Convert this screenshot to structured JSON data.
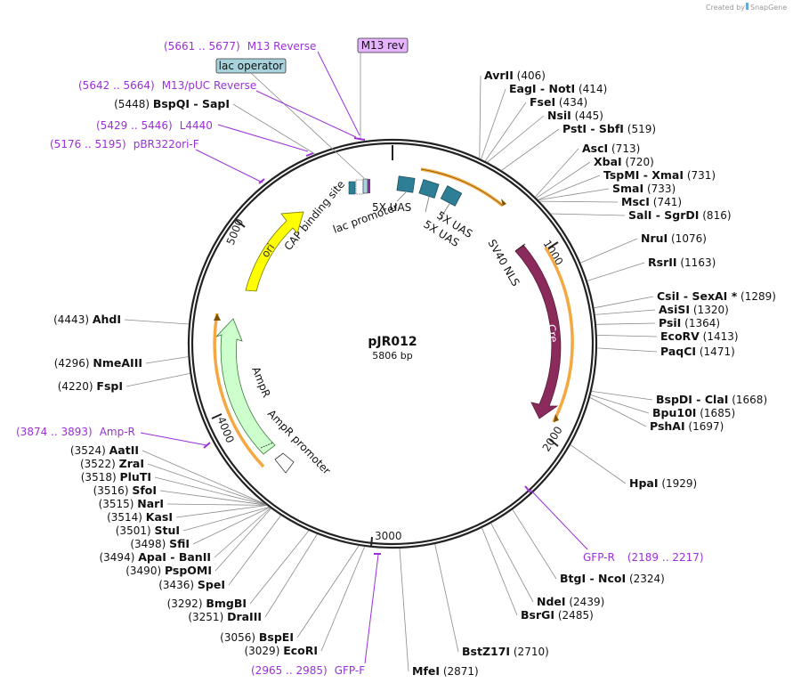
{
  "credit": {
    "prefix": "Created by",
    "brand": "SnapGene"
  },
  "plasmid": {
    "name": "pJR012",
    "length_label": "5806 bp",
    "total_bp": 5806
  },
  "ticks": [
    {
      "bp": 1000,
      "label": "1000"
    },
    {
      "bp": 2000,
      "label": "2000"
    },
    {
      "bp": 3000,
      "label": "3000"
    },
    {
      "bp": 4000,
      "label": "4000"
    },
    {
      "bp": 5000,
      "label": "5000"
    }
  ],
  "features": [
    {
      "label": "SV40 NLS",
      "color": "#8b2b5b"
    },
    {
      "label": "Cre",
      "color": "#8b2b5b"
    },
    {
      "label": "5X UAS",
      "color": "#2e7f95"
    },
    {
      "label": "5X UAS",
      "color": "#2e7f95"
    },
    {
      "label": "5X UAS",
      "color": "#2e7f95"
    },
    {
      "label": "ori",
      "color": "#ffff00"
    },
    {
      "label": "AmpR",
      "color": "#ccffcc"
    },
    {
      "label": "AmpR promoter",
      "color": "#ffffff"
    },
    {
      "label": "CAP binding site",
      "color": "#2e7f95"
    },
    {
      "label": "lac promoter",
      "color": "#ffffff"
    },
    {
      "label": "lac operator",
      "color": "#a8d3dc"
    },
    {
      "label": "M13 rev",
      "color": "#e6b3ff"
    }
  ],
  "primers": [
    {
      "label": "M13 Reverse",
      "pos": "(5661 .. 5677)"
    },
    {
      "label": "M13/pUC Reverse",
      "pos": "(5642 .. 5664)"
    },
    {
      "label": "L4440",
      "pos": "(5429 .. 5446)"
    },
    {
      "label": "pBR322ori-F",
      "pos": "(5176 .. 5195)"
    },
    {
      "label": "Amp-R",
      "pos": "(3874 .. 3893)"
    },
    {
      "label": "GFP-R",
      "pos": "(2189 .. 2217)"
    },
    {
      "label": "GFP-F",
      "pos": "(2965 .. 2985)"
    }
  ],
  "enzymes_right": [
    {
      "name": "AvrII",
      "pos": "(406)"
    },
    {
      "name": "EagI",
      "name2": "NotI",
      "pos": "(414)"
    },
    {
      "name": "FseI",
      "pos": "(434)"
    },
    {
      "name": "NsiI",
      "pos": "(445)"
    },
    {
      "name": "PstI",
      "name2": "SbfI",
      "pos": "(519)"
    },
    {
      "name": "AscI",
      "pos": "(713)"
    },
    {
      "name": "XbaI",
      "pos": "(720)"
    },
    {
      "name": "TspMI",
      "name2": "XmaI",
      "pos": "(731)"
    },
    {
      "name": "SmaI",
      "pos": "(733)"
    },
    {
      "name": "MscI",
      "pos": "(741)"
    },
    {
      "name": "SalI",
      "name2": "SgrDI",
      "pos": "(816)"
    },
    {
      "name": "NruI",
      "pos": "(1076)"
    },
    {
      "name": "RsrII",
      "pos": "(1163)"
    },
    {
      "name": "CsiI",
      "name2": "SexAI *",
      "pos": "(1289)"
    },
    {
      "name": "AsiSI",
      "pos": "(1320)"
    },
    {
      "name": "PsiI",
      "pos": "(1364)"
    },
    {
      "name": "EcoRV",
      "pos": "(1413)"
    },
    {
      "name": "PaqCI",
      "pos": "(1471)"
    },
    {
      "name": "BspDI",
      "name2": "ClaI",
      "pos": "(1668)"
    },
    {
      "name": "Bpu10I",
      "pos": "(1685)"
    },
    {
      "name": "PshAI",
      "pos": "(1697)"
    },
    {
      "name": "HpaI",
      "pos": "(1929)"
    },
    {
      "name": "BtgI",
      "name2": "NcoI",
      "pos": "(2324)"
    },
    {
      "name": "NdeI",
      "pos": "(2439)"
    },
    {
      "name": "BsrGI",
      "pos": "(2485)"
    },
    {
      "name": "BstZ17I",
      "pos": "(2710)"
    },
    {
      "name": "MfeI",
      "pos": "(2871)"
    }
  ],
  "enzymes_left": [
    {
      "name": "BspQI",
      "name2": "SapI",
      "pos": "(5448)"
    },
    {
      "name": "AhdI",
      "pos": "(4443)"
    },
    {
      "name": "NmeAIII",
      "pos": "(4296)"
    },
    {
      "name": "FspI",
      "pos": "(4220)"
    },
    {
      "name": "AatII",
      "pos": "(3524)"
    },
    {
      "name": "ZraI",
      "pos": "(3522)"
    },
    {
      "name": "PluTI",
      "pos": "(3518)"
    },
    {
      "name": "SfoI",
      "pos": "(3516)"
    },
    {
      "name": "NarI",
      "pos": "(3515)"
    },
    {
      "name": "KasI",
      "pos": "(3514)"
    },
    {
      "name": "StuI",
      "pos": "(3501)"
    },
    {
      "name": "SfiI",
      "pos": "(3498)"
    },
    {
      "name": "ApaI",
      "name2": "BanII",
      "pos": "(3494)"
    },
    {
      "name": "PspOMI",
      "pos": "(3490)"
    },
    {
      "name": "SpeI",
      "pos": "(3436)"
    },
    {
      "name": "BmgBI",
      "pos": "(3292)"
    },
    {
      "name": "DraIII",
      "pos": "(3251)"
    },
    {
      "name": "BspEI",
      "pos": "(3056)"
    },
    {
      "name": "EcoRI",
      "pos": "(3029)"
    }
  ]
}
